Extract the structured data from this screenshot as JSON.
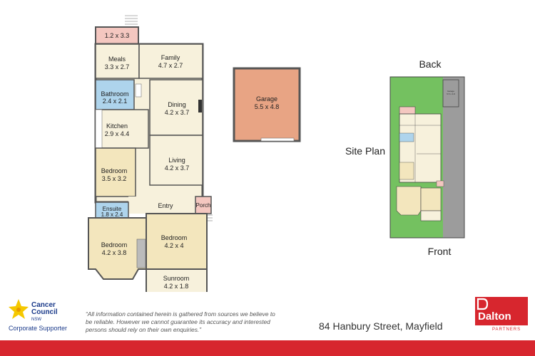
{
  "floor_plan": {
    "rooms": [
      {
        "name": "",
        "dims": "1.2 x 3.3"
      },
      {
        "name": "Meals",
        "dims": "3.3 x 2.7"
      },
      {
        "name": "Family",
        "dims": "4.7 x 2.7"
      },
      {
        "name": "Bathroom",
        "dims": "2.4 x 2.1"
      },
      {
        "name": "Dining",
        "dims": "4.2 x 3.7"
      },
      {
        "name": "Kitchen",
        "dims": "2.9 x 4.4"
      },
      {
        "name": "Living",
        "dims": "4.2 x 3.7"
      },
      {
        "name": "Bedroom",
        "dims": "3.5 x 3.2"
      },
      {
        "name": "Entry",
        "dims": ""
      },
      {
        "name": "Porch",
        "dims": ""
      },
      {
        "name": "Ensuite",
        "dims": "1.8 x 2.4"
      },
      {
        "name": "Bedroom",
        "dims": "4.2 x 4"
      },
      {
        "name": "Bedroom",
        "dims": "4.2 x 3.8"
      },
      {
        "name": "Sunroom",
        "dims": "4.2 x 1.8"
      }
    ],
    "garage": {
      "name": "Garage",
      "dims": "5.5 x 4.8"
    }
  },
  "site_plan": {
    "title": "Site Plan",
    "back_label": "Back",
    "front_label": "Front",
    "garage_name": "Garage",
    "garage_dims": "5.5 x 4.8"
  },
  "colors": {
    "garage_fill": "#e8a484",
    "deck_fill": "#f4c7c0",
    "wet_area_fill": "#aed4ec",
    "bedroom_fill": "#f3e6bd",
    "room_fill": "#f7f1dc",
    "lawn_green": "#74c160",
    "driveway_grey": "#9c9c9c",
    "brand_red": "#d7262e",
    "council_yellow": "#f5c800",
    "council_blue": "#1a3a8a"
  },
  "cancer_council": {
    "line1": "Cancer",
    "line2": "Council",
    "state": "NSW",
    "supporter": "Corporate Supporter"
  },
  "disclaimer": "“All information contained herein is gathered from sources we believe to be reliable. However we cannot guarantee its accuracy and interested persons should rely on their own enquiries.”",
  "address": "84 Hanbury Street, Mayfield",
  "agency": {
    "name": "Dalton",
    "tagline": "PARTNERS"
  }
}
